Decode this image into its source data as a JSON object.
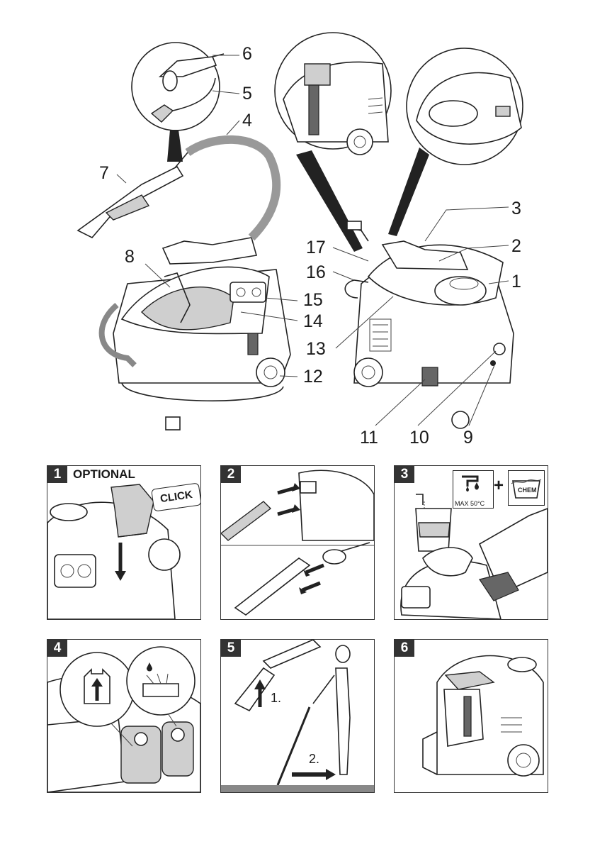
{
  "overview": {
    "callouts": [
      "1",
      "2",
      "3",
      "4",
      "5",
      "6",
      "7",
      "8",
      "9",
      "10",
      "11",
      "12",
      "13",
      "14",
      "15",
      "16",
      "17"
    ]
  },
  "steps": [
    {
      "number": "1",
      "title": "OPTIONAL",
      "badge": "CLICK"
    },
    {
      "number": "2",
      "title": ""
    },
    {
      "number": "3",
      "title": "",
      "water_label": "MAX 50°C",
      "chem_label": "CHEM",
      "plus": "+"
    },
    {
      "number": "4",
      "title": ""
    },
    {
      "number": "5",
      "title": "",
      "step_a": "1.",
      "step_b": "2."
    },
    {
      "number": "6",
      "title": ""
    }
  ],
  "icons": [
    "detergent-tap-icon",
    "chemical-wash-icon",
    "water-container-icon",
    "spray-on-icon",
    "switch-icon"
  ],
  "colors": {
    "line": "#222222",
    "shade": "#cfcfcf",
    "tag": "#333333"
  }
}
